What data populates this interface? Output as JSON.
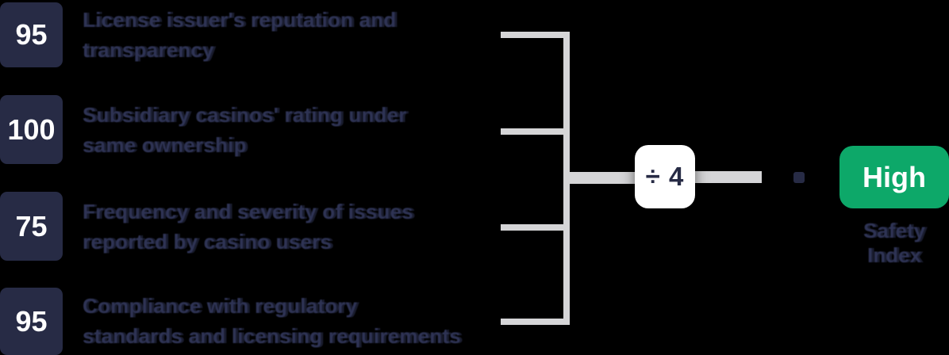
{
  "items": [
    {
      "score": "95",
      "label_line1": "License issuer's reputation and",
      "label_line2": "transparency"
    },
    {
      "score": "100",
      "label_line1": "Subsidiary casinos' rating under",
      "label_line2": "same ownership"
    },
    {
      "score": "75",
      "label_line1": "Frequency and severity of issues",
      "label_line2": "reported by casino users"
    },
    {
      "score": "95",
      "label_line1": "Compliance with regulatory",
      "label_line2": "standards and licensing requirements"
    }
  ],
  "operator": {
    "label": "÷ 4"
  },
  "result": {
    "label": "High",
    "caption_line1": "Safety",
    "caption_line2": "Index"
  },
  "colors": {
    "background": "#000000",
    "score_box": "#272b45",
    "score_text": "#ffffff",
    "label_text": "#2e3354",
    "connector": "#d5d5d7",
    "divide_box_bg": "#ffffff",
    "divide_text": "#272b45",
    "equals_marker": "#272b45",
    "badge_bg": "#0da869",
    "badge_text": "#ffffff"
  }
}
